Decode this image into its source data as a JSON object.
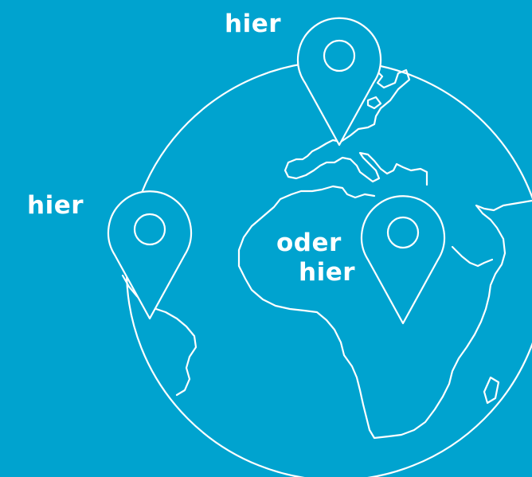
{
  "colors": {
    "background": "#00a3cf",
    "stroke": "#ffffff",
    "text": "#ffffff"
  },
  "labels": {
    "top": "hier",
    "left": "hier",
    "center_line1": "oder",
    "center_line2": "hier"
  },
  "icons": {
    "globe": "globe-icon",
    "pins": [
      "map-pin-icon",
      "map-pin-icon",
      "map-pin-icon"
    ]
  }
}
